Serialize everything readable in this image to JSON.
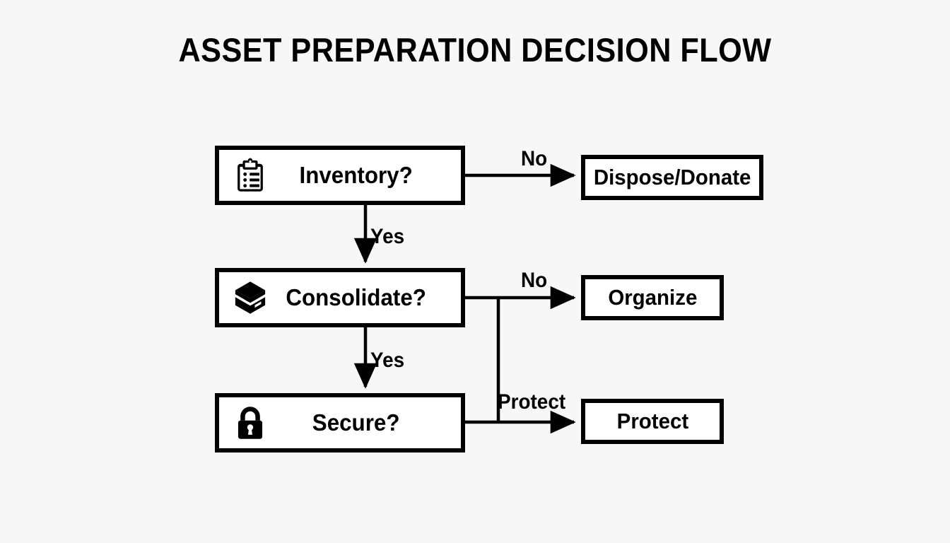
{
  "page": {
    "title": "ASSET PREPARATION DECISION FLOW",
    "background_color": "#f7f7f7",
    "ink_color": "#000000",
    "node_fill_color": "#ffffff"
  },
  "diagram": {
    "type": "decision-flowchart",
    "orientation": "top-to-bottom with right branches",
    "decisions": [
      {
        "id": "inventory",
        "label": "Inventory?",
        "icon": "clipboard-checklist-icon"
      },
      {
        "id": "consolidate",
        "label": "Consolidate?",
        "icon": "stacked-layers-icon"
      },
      {
        "id": "secure",
        "label": "Secure?",
        "icon": "padlock-icon"
      }
    ],
    "outcomes": [
      {
        "id": "dispose",
        "label": "Dispose/Donate"
      },
      {
        "id": "organize",
        "label": "Organize"
      },
      {
        "id": "protect",
        "label": "Protect"
      }
    ],
    "edges": [
      {
        "id": "inventory-no",
        "from": "inventory",
        "to": "dispose",
        "label": "No",
        "direction": "right"
      },
      {
        "id": "inventory-yes",
        "from": "inventory",
        "to": "consolidate",
        "label": "Yes",
        "direction": "down"
      },
      {
        "id": "consolidate-no",
        "from": "consolidate",
        "to": "organize",
        "label": "No",
        "direction": "right"
      },
      {
        "id": "consolidate-yes",
        "from": "consolidate",
        "to": "secure",
        "label": "Yes",
        "direction": "down"
      },
      {
        "id": "secure-protect",
        "from": "secure",
        "to": "protect",
        "label": "Protect",
        "direction": "right"
      }
    ]
  }
}
